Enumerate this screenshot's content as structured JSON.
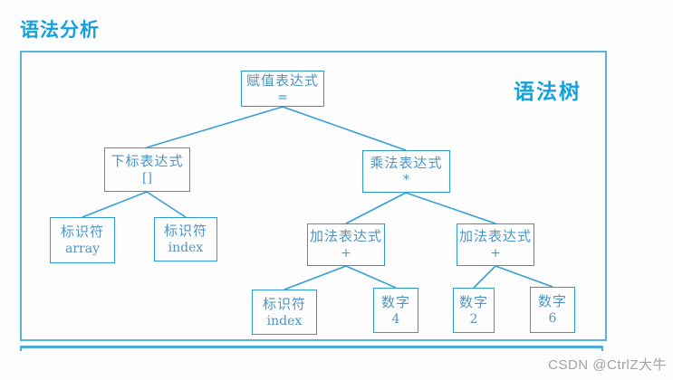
{
  "page_title": "语法分析",
  "panel": {
    "corner_label": "语法树"
  },
  "watermark": "CSDN @CtrlZ大牛",
  "colors": {
    "accent_title": "#14a1dd",
    "panel_border": "#56b6da",
    "node_border": "#2d9ad2",
    "node_text": "#4e95c5",
    "edge_line": "#35a0d6",
    "watermark_text": "#a3a3a3"
  },
  "tree": {
    "nodes": [
      {
        "id": "assign",
        "label": "赋值表达式",
        "sublabel": "="
      },
      {
        "id": "subscript",
        "label": "下标表达式",
        "sublabel": "[]"
      },
      {
        "id": "multiply",
        "label": "乘法表达式",
        "sublabel": "*"
      },
      {
        "id": "ident-array",
        "label": "标识符",
        "sublabel": "array"
      },
      {
        "id": "ident-index",
        "label": "标识符",
        "sublabel": "index"
      },
      {
        "id": "add-left",
        "label": "加法表达式",
        "sublabel": "+"
      },
      {
        "id": "add-right",
        "label": "加法表达式",
        "sublabel": "+"
      },
      {
        "id": "ident-index-2",
        "label": "标识符",
        "sublabel": "index"
      },
      {
        "id": "num-4",
        "label": "数字",
        "sublabel": "4"
      },
      {
        "id": "num-2",
        "label": "数字",
        "sublabel": "2"
      },
      {
        "id": "num-6",
        "label": "数字",
        "sublabel": "6"
      }
    ],
    "edges": [
      [
        "assign",
        "subscript"
      ],
      [
        "assign",
        "multiply"
      ],
      [
        "subscript",
        "ident-array"
      ],
      [
        "subscript",
        "ident-index"
      ],
      [
        "multiply",
        "add-left"
      ],
      [
        "multiply",
        "add-right"
      ],
      [
        "add-left",
        "ident-index-2"
      ],
      [
        "add-left",
        "num-4"
      ],
      [
        "add-right",
        "num-2"
      ],
      [
        "add-right",
        "num-6"
      ]
    ]
  }
}
